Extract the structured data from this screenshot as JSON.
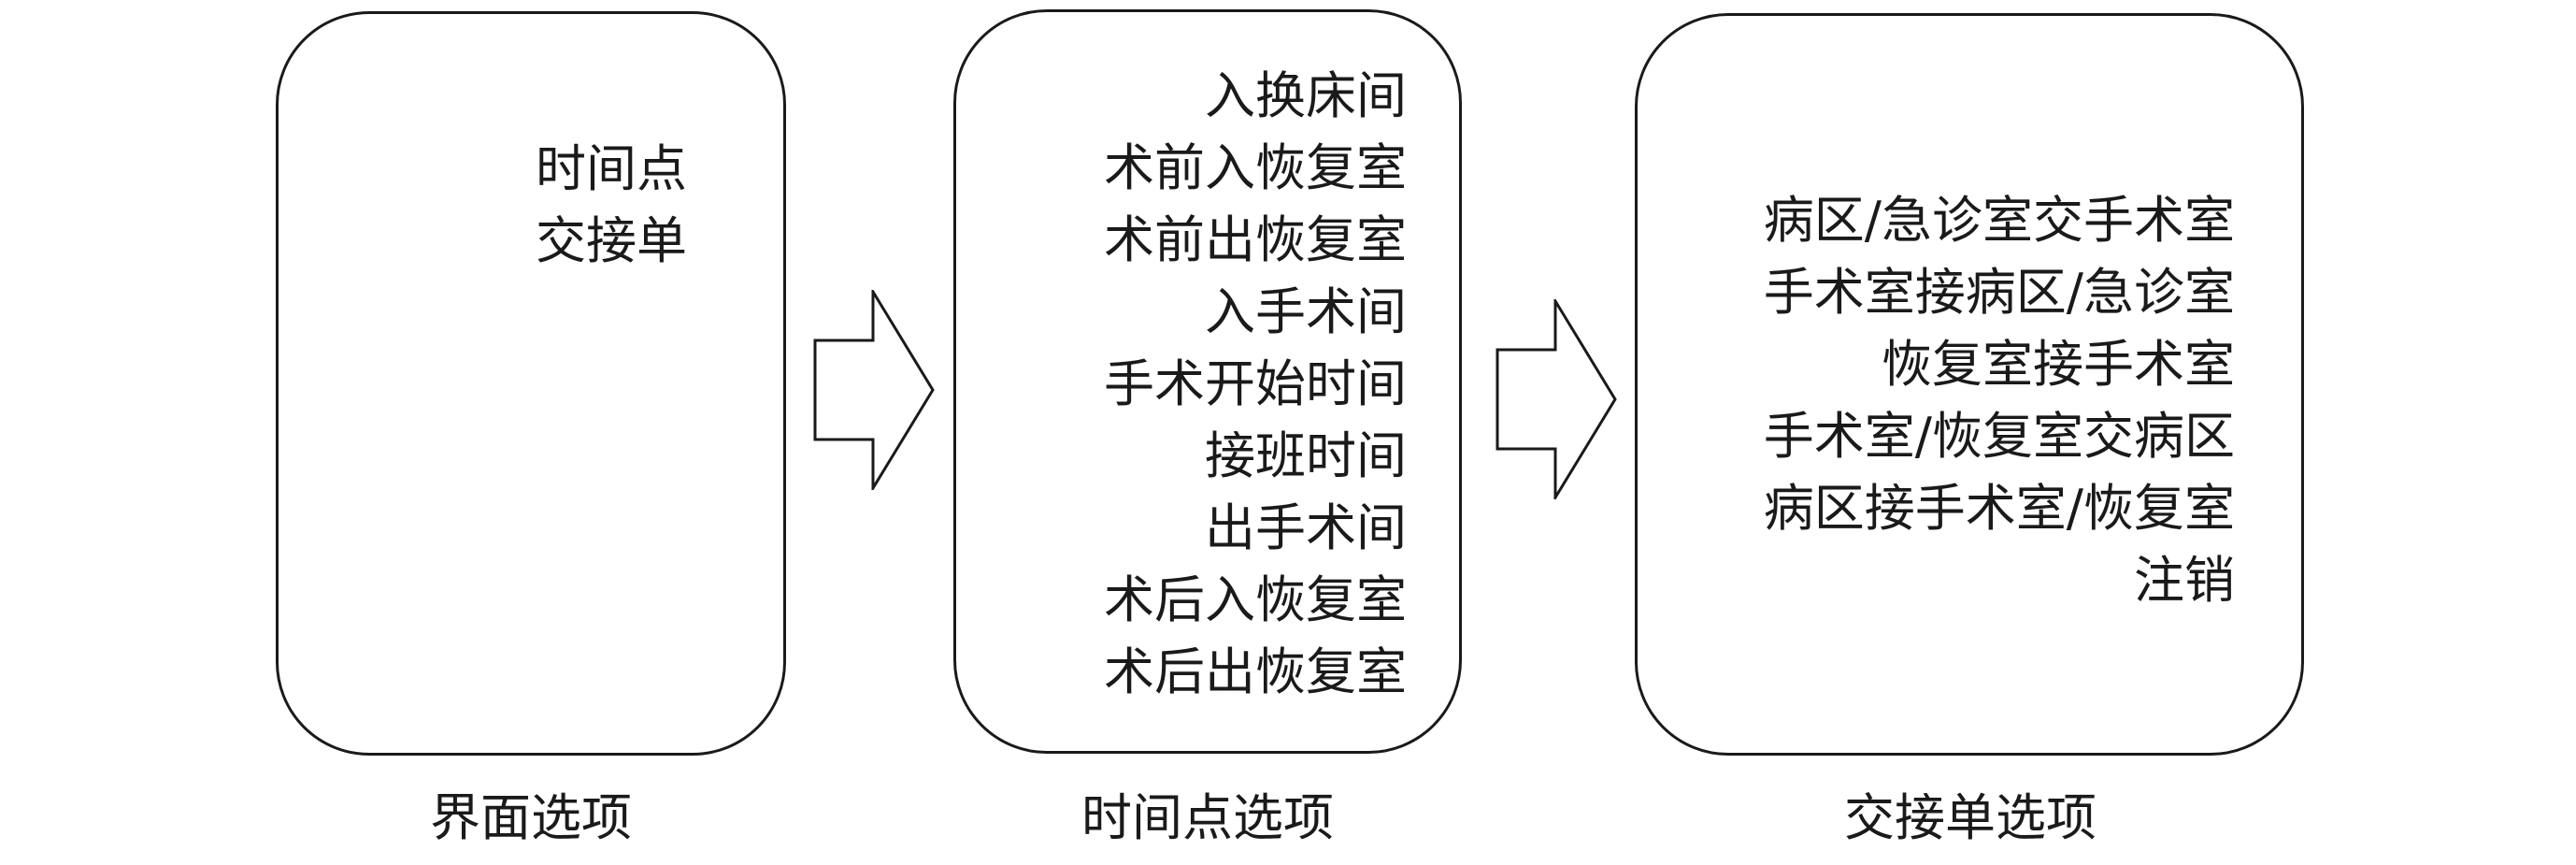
{
  "panels": [
    {
      "items": [
        "时间点",
        "交接单"
      ],
      "caption": "界面选项"
    },
    {
      "items": [
        "入换床间",
        "术前入恢复室",
        "术前出恢复室",
        "入手术间",
        "手术开始时间",
        "接班时间",
        "出手术间",
        "术后入恢复室",
        "术后出恢复室"
      ],
      "caption": "时间点选项"
    },
    {
      "items": [
        "病区/急诊室交手术室",
        "手术室接病区/急诊室",
        "恢复室接手术室",
        "手术室/恢复室交病区",
        "病区接手术室/恢复室",
        "注销"
      ],
      "caption": "交接单选项"
    }
  ],
  "arrows": [
    {
      "icon": "right-arrow-icon",
      "color": "#1a1a1a"
    },
    {
      "icon": "right-arrow-icon",
      "color": "#1a1a1a"
    }
  ]
}
